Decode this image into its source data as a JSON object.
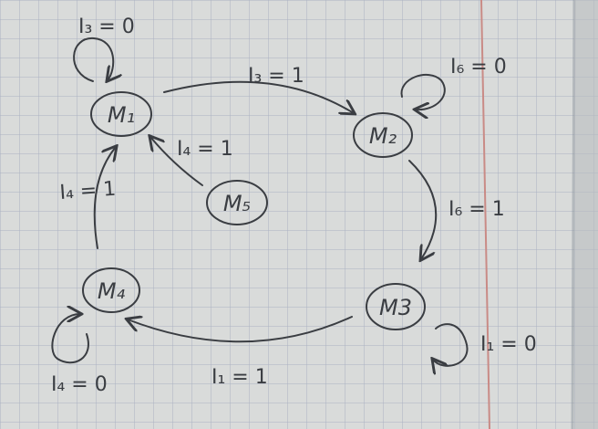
{
  "diagram": {
    "states": [
      {
        "id": "M1",
        "label": "M₁"
      },
      {
        "id": "M2",
        "label": "M₂"
      },
      {
        "id": "M3",
        "label": "M3"
      },
      {
        "id": "M4",
        "label": "M₄"
      },
      {
        "id": "M5",
        "label": "M₅"
      }
    ],
    "transitions": [
      {
        "id": "t-m1-self",
        "from": "M1",
        "to": "M1",
        "label": "I₃ = 0"
      },
      {
        "id": "t-m1-m2",
        "from": "M1",
        "to": "M2",
        "label": "I₃ = 1"
      },
      {
        "id": "t-m2-self",
        "from": "M2",
        "to": "M2",
        "label": "I₆ = 0"
      },
      {
        "id": "t-m2-m3",
        "from": "M2",
        "to": "M3",
        "label": "I₆ = 1"
      },
      {
        "id": "t-m3-self",
        "from": "M3",
        "to": "M3",
        "label": "I₁ = 0"
      },
      {
        "id": "t-m3-m4",
        "from": "M3",
        "to": "M4",
        "label": "I₁ = 1"
      },
      {
        "id": "t-m4-self",
        "from": "M4",
        "to": "M4",
        "label": "I₄ = 0"
      },
      {
        "id": "t-m4-m1",
        "from": "M4",
        "to": "M1",
        "label": "I₄ = 1"
      },
      {
        "id": "t-m5-m1",
        "from": "M5",
        "to": "M1",
        "label": "I₄ = 1"
      }
    ]
  },
  "colors": {
    "paper": "#d9dbda",
    "grid": "#aab2c2",
    "ink": "#3a3d42",
    "margin_line": "#c98b86"
  }
}
